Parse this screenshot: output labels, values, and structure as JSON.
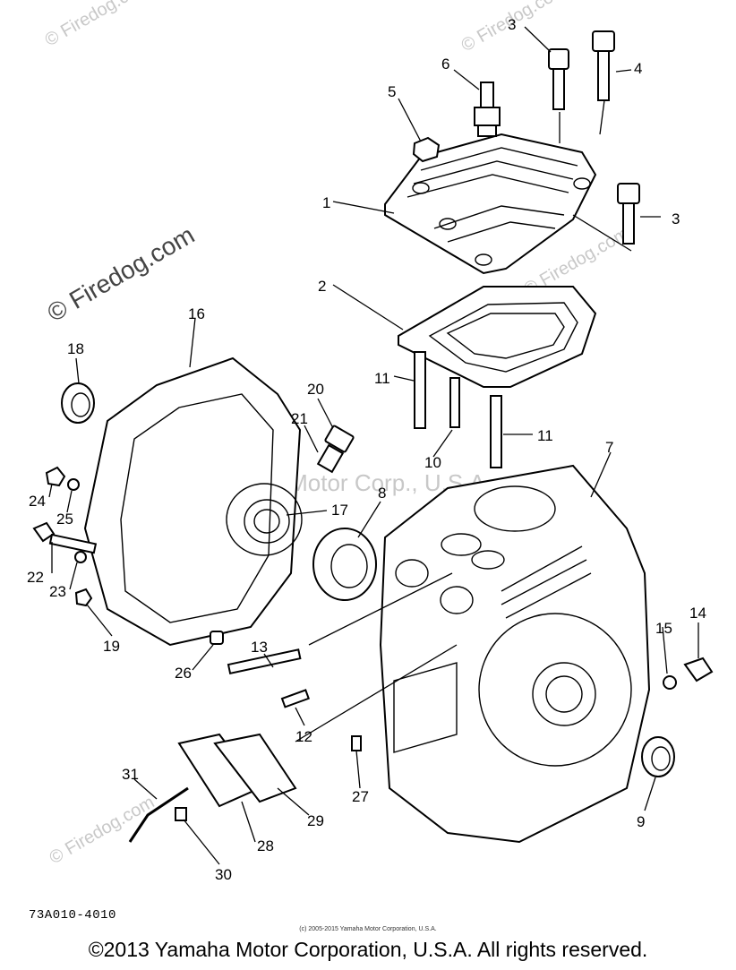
{
  "watermark": {
    "text": "© Firedog.com",
    "corp": "Yamaha Motor Corp., U.S.A."
  },
  "diagram_code": "73A010-4010",
  "small_copyright": "(c) 2005-2015 Yamaha Motor Corporation, U.S.A.",
  "copyright": "©2013 Yamaha Motor Corporation, U.S.A. All rights reserved.",
  "callouts": {
    "c1": "1",
    "c2": "2",
    "c3a": "3",
    "c3b": "3",
    "c4": "4",
    "c5": "5",
    "c6": "6",
    "c7": "7",
    "c8": "8",
    "c9": "9",
    "c10": "10",
    "c11a": "11",
    "c11b": "11",
    "c12": "12",
    "c13": "13",
    "c14": "14",
    "c15": "15",
    "c16": "16",
    "c17": "17",
    "c18": "18",
    "c19": "19",
    "c20": "20",
    "c21": "21",
    "c22": "22",
    "c23": "23",
    "c24": "24",
    "c25": "25",
    "c26": "26",
    "c27": "27",
    "c28": "28",
    "c29": "29",
    "c30": "30",
    "c31": "31"
  }
}
